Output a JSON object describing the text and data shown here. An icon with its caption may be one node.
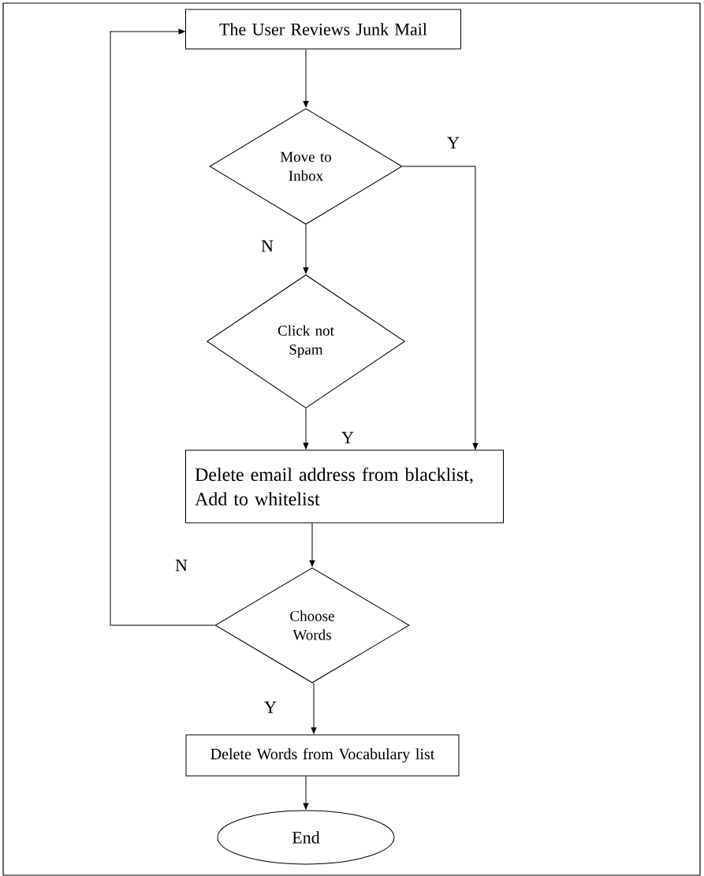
{
  "diagram": {
    "nodes": [
      {
        "text": [
          "The User Reviews Junk Mail"
        ]
      },
      {
        "text": [
          "Move to Inbox"
        ]
      },
      {
        "text": [
          "Click not Spam"
        ]
      },
      {
        "text": [
          "Delete email address from blacklist, Add to whitelist"
        ]
      },
      {
        "text": [
          "Choose Words"
        ]
      },
      {
        "text": [
          "Delete Words from Vocabulary list"
        ]
      },
      {
        "text": [
          "End"
        ]
      }
    ],
    "edges": [
      {
        "from": 0,
        "to": 1,
        "arrow": "to"
      },
      {
        "from": 1,
        "to": 2,
        "arrow": "to",
        "label": "N"
      },
      {
        "from": 1,
        "to": 3,
        "arrow": "to",
        "label": "Y"
      },
      {
        "from": 2,
        "to": 3,
        "arrow": "to",
        "label": "Y"
      },
      {
        "from": 3,
        "to": 4,
        "arrow": "to"
      },
      {
        "from": 4,
        "to": 0,
        "arrow": "to",
        "label": "N"
      },
      {
        "from": 4,
        "to": 5,
        "arrow": "to",
        "label": "Y"
      },
      {
        "from": 5,
        "to": 6,
        "arrow": "to"
      }
    ]
  }
}
